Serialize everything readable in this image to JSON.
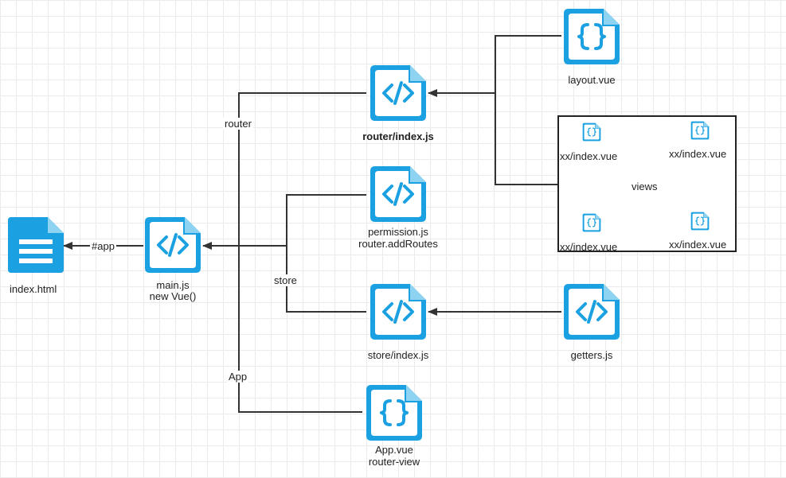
{
  "colors": {
    "icon": "#1BA1E2",
    "line": "#333333",
    "box_border": "#222222"
  },
  "nodes": {
    "index_html": {
      "label": "index.html",
      "icon": "document-icon"
    },
    "main_js": {
      "label1": "main.js",
      "label2": "new Vue()",
      "icon": "code-file-icon"
    },
    "router_index": {
      "label": "router/index.js",
      "icon": "code-file-icon"
    },
    "permission_js": {
      "label1": "permission.js",
      "label2": "router.addRoutes",
      "icon": "code-file-icon"
    },
    "store_index": {
      "label": "store/index.js",
      "icon": "code-file-icon"
    },
    "app_vue": {
      "label1": "App.vue",
      "label2": "router-view",
      "icon": "json-file-icon"
    },
    "layout_vue": {
      "label": "layout.vue",
      "icon": "json-file-icon"
    },
    "getters_js": {
      "label": "getters.js",
      "icon": "code-file-icon"
    },
    "views": {
      "label": "views",
      "items": [
        "xx/index.vue",
        "xx/index.vue",
        "xx/index.vue",
        "xx/index.vue"
      ]
    }
  },
  "edges": {
    "app_label": "#app",
    "router_label": "router",
    "store_label": "store",
    "app_vue_label": "App"
  }
}
